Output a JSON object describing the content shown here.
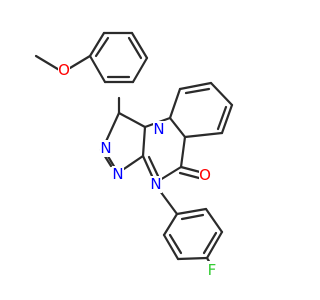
{
  "molecule": {
    "atoms": {
      "methoxy_o": {
        "symbol": "O",
        "color": "#ff0000"
      },
      "n_bridge": {
        "symbol": "N",
        "color": "#0000ff"
      },
      "n_triazole_2": {
        "symbol": "N",
        "color": "#0000ff"
      },
      "n_triazole_3": {
        "symbol": "N",
        "color": "#0000ff"
      },
      "n_amide": {
        "symbol": "N",
        "color": "#0000ff"
      },
      "carbonyl_o": {
        "symbol": "O",
        "color": "#ff0000"
      },
      "fluorine": {
        "symbol": "F",
        "color": "#33cc33"
      }
    },
    "bond_color": "#2b2b2b"
  }
}
